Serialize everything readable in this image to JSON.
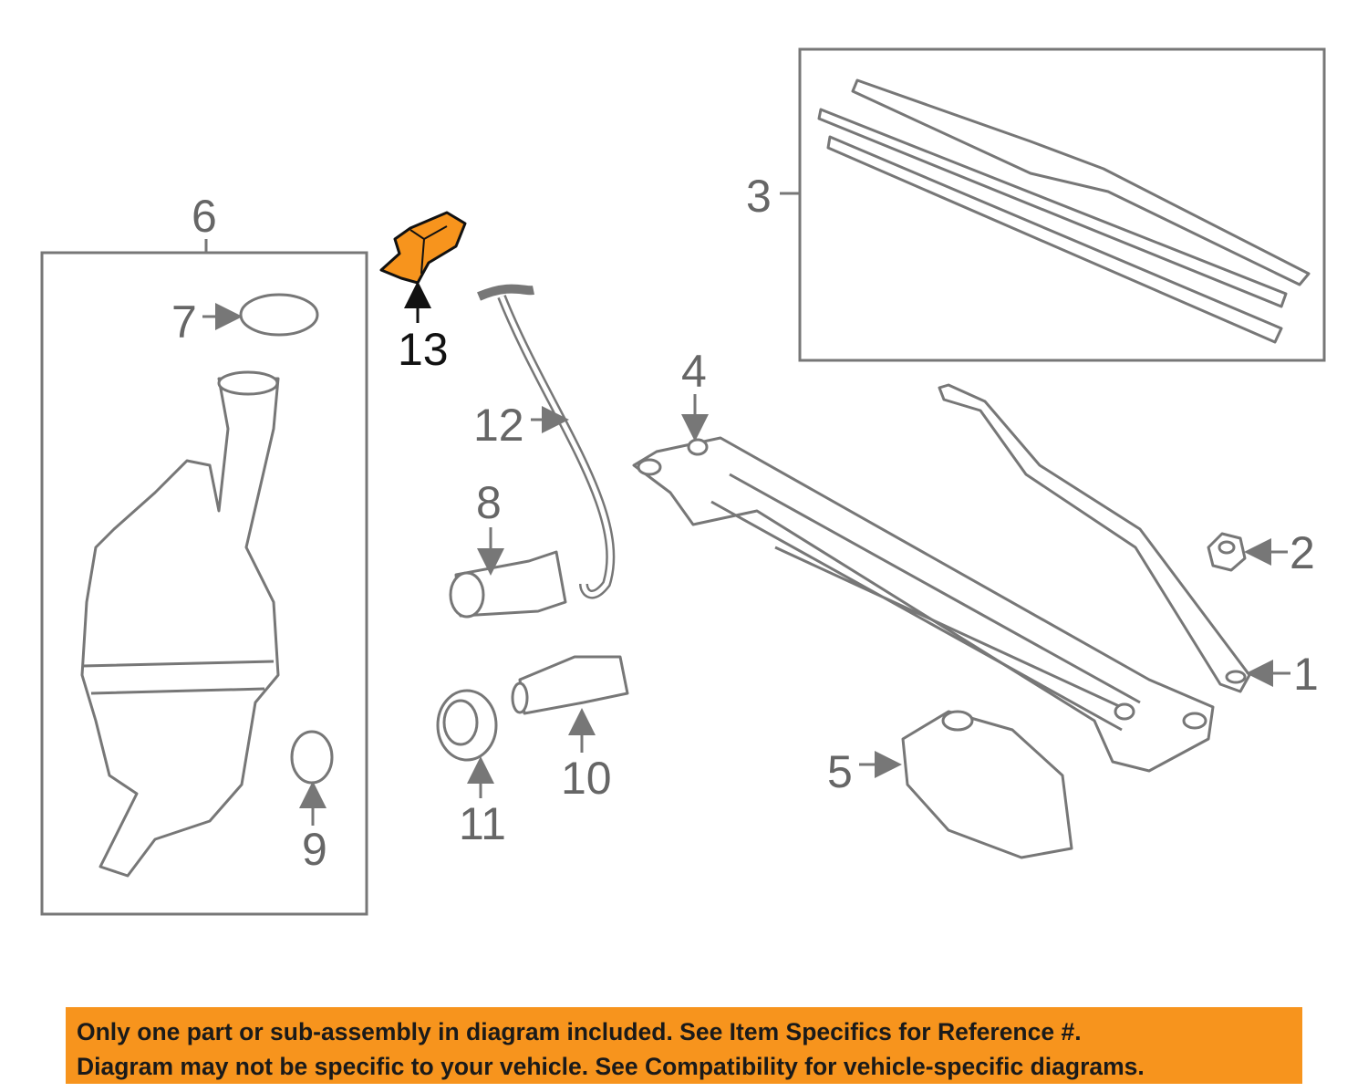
{
  "callouts": {
    "c1": "1",
    "c2": "2",
    "c3": "3",
    "c4": "4",
    "c5": "5",
    "c6": "6",
    "c7": "7",
    "c8": "8",
    "c9": "9",
    "c10": "10",
    "c11": "11",
    "c12": "12",
    "c13": "13"
  },
  "highlight_color": "#f7941d",
  "banner": {
    "line1": "Only one part or sub-assembly in diagram included. See Item Specifics for Reference #.",
    "line2": "Diagram may not be specific to your vehicle. See Compatibility for vehicle-specific diagrams."
  }
}
